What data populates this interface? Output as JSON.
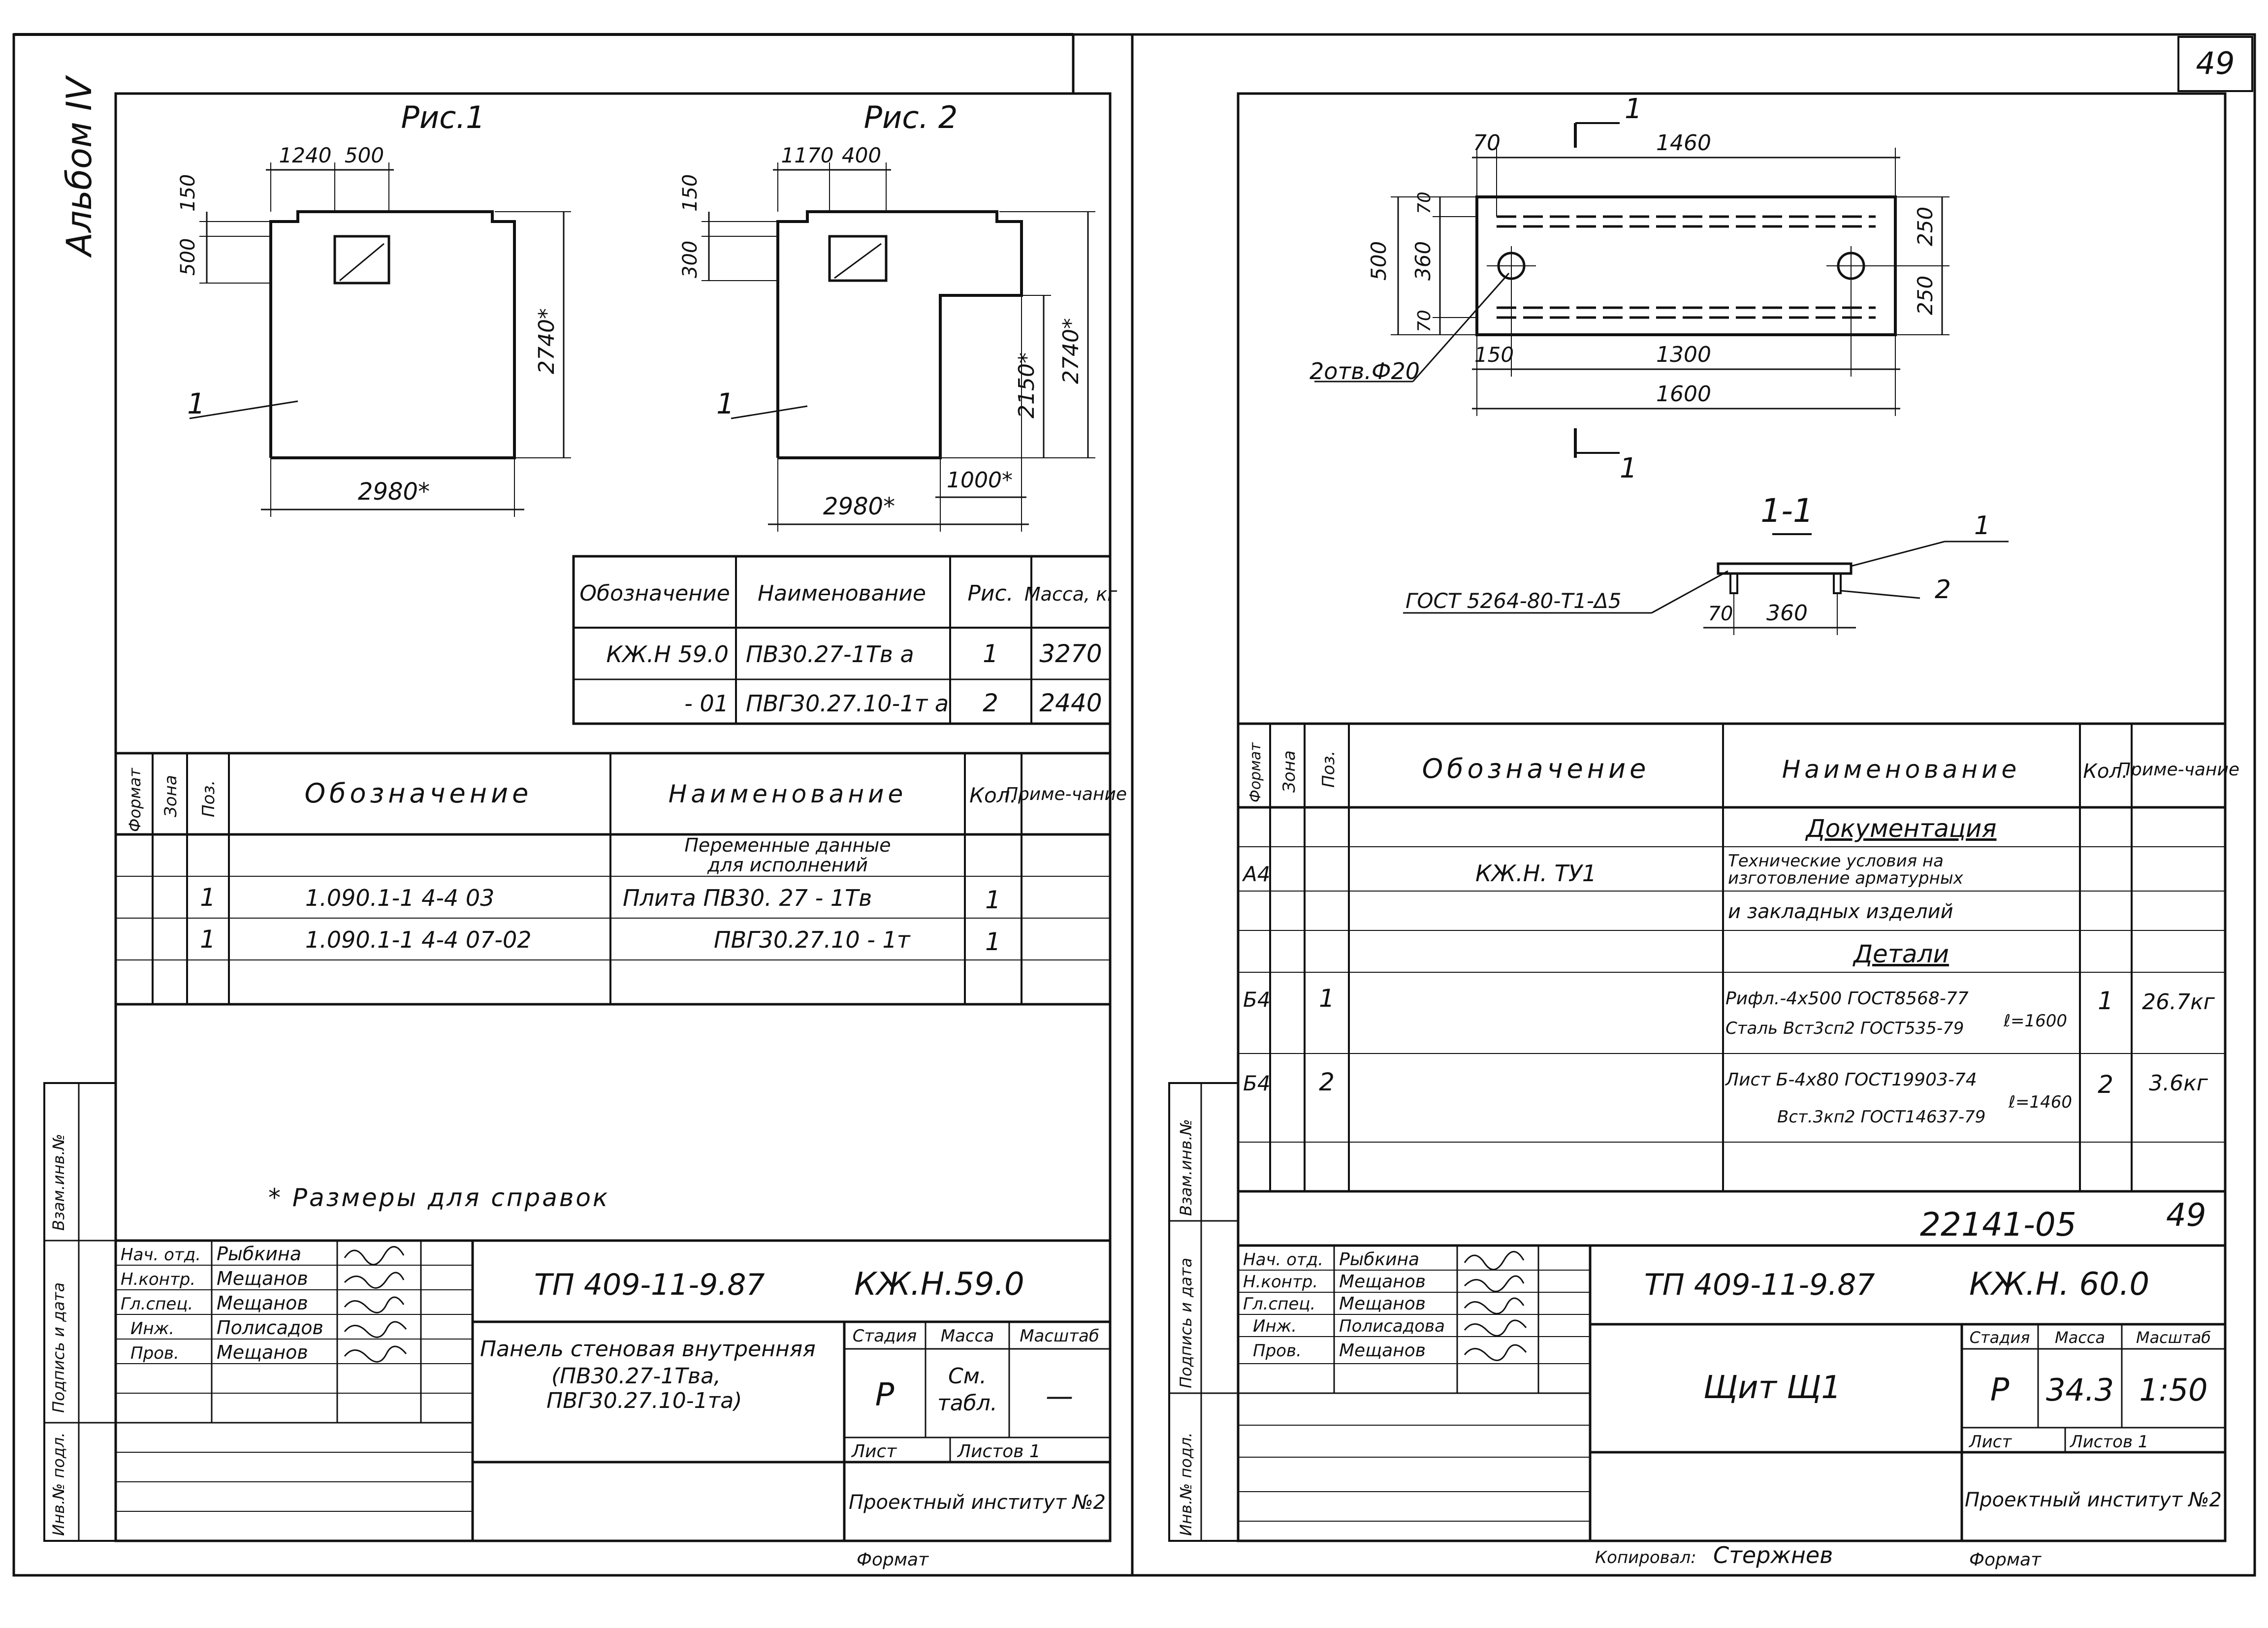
{
  "page_number": "49",
  "album": "Альбом IV",
  "left_sheet": {
    "fig1_title": "Рис.1",
    "fig2_title": "Рис. 2",
    "fig1": {
      "d_top_a": "1240",
      "d_top_b": "500",
      "d_left_a": "150",
      "d_left_b": "500",
      "d_height": "2740*",
      "d_width": "2980*",
      "pos": "1"
    },
    "fig2": {
      "d_top_a": "1170",
      "d_top_b": "400",
      "d_left_a": "150",
      "d_left_b": "300",
      "d_height_a": "2150*",
      "d_height_b": "2740*",
      "d_width": "2980*",
      "d_notch": "1000*",
      "pos": "1"
    },
    "variants": {
      "headers": [
        "Обозначение",
        "Наименование",
        "Рис.",
        "Масса, кг"
      ],
      "rows": [
        [
          "КЖ.Н 59.0",
          "ПВ30.27-1Тв а",
          "1",
          "3270"
        ],
        [
          "- 01",
          "ПВГ30.27.10-1т а",
          "2",
          "2440"
        ]
      ]
    },
    "spec": {
      "headers": [
        "Формат",
        "Зона",
        "Поз.",
        "Обозначение",
        "Наименование",
        "Кол.",
        "Приме-чание"
      ],
      "group_label_1": "Переменные данные",
      "group_label_2": "для исполнений",
      "rows": [
        {
          "pos": "1",
          "code": "1.090.1-1  4-4    03",
          "name": "Плита  ПВ30. 27 - 1Тв",
          "qty": "1"
        },
        {
          "pos": "1",
          "code": "1.090.1-1  4-4    07-02",
          "name": "ПВГ30.27.10 - 1т",
          "qty": "1"
        }
      ]
    },
    "note": "* Размеры для справок",
    "stamp": {
      "roles": [
        "Нач. отд.",
        "Н.контр.",
        "Гл.спец.",
        "Инж.",
        "Пров."
      ],
      "names": [
        "Рыбкина",
        "Мещанов",
        "Мещанов",
        "Полисадов",
        "Мещанов"
      ],
      "doc_code": "ТП 409-11-9.87",
      "mark": "КЖ.Н.59.0",
      "title_1": "Панель стеновая внутренняя",
      "title_2": "(ПВ30.27-1Тва,",
      "title_3": "ПВГ30.27.10-1та)",
      "stage_label": "Стадия",
      "mass_label": "Масса",
      "scale_label": "Масштаб",
      "stage": "Р",
      "mass_1": "См.",
      "mass_2": "табл.",
      "scale": "—",
      "sheet_label": "Лист",
      "sheets_label": "Листов 1",
      "org": "Проектный институт №2"
    },
    "format_label": "Формат"
  },
  "right_sheet": {
    "plan": {
      "d_70": "70",
      "d_1460": "1460",
      "d_500": "500",
      "d_70a": "70",
      "d_360": "360",
      "d_70b": "70",
      "d_250a": "250",
      "d_250b": "250",
      "d_150": "150",
      "d_1300": "1300",
      "d_1600": "1600",
      "holes": "2отв.Ф20",
      "cut_mark": "1"
    },
    "section": {
      "title": "1-1",
      "weld": "ГОСТ 5264-80-Т1-Δ5",
      "d_70": "70",
      "d_360": "360",
      "pos1": "1",
      "pos2": "2"
    },
    "spec": {
      "headers": [
        "Формат",
        "Зона",
        "Поз.",
        "Обозначение",
        "Наименование",
        "Кол.",
        "Приме-чание"
      ],
      "doc_header": "Документация",
      "doc_row": {
        "format": "А4",
        "code": "КЖ.Н. ТУ1",
        "name_1": "Технические условия на",
        "name_2": "изготовление арматурных",
        "name_3": "и закладных изделий"
      },
      "parts_header": "Детали",
      "rows": [
        {
          "format": "Б4",
          "pos": "1",
          "name_1": "Рифл.-4х500 ГОСТ8568-77",
          "name_2": "Сталь  Вст3сп2 ГОСТ535-79",
          "length": "ℓ=1600",
          "qty": "1",
          "note": "26.7кг"
        },
        {
          "format": "Б4",
          "pos": "2",
          "name_1": "Лист  Б-4х80  ГОСТ19903-74",
          "name_2": "Вст.3кп2 ГОСТ14637-79",
          "length": "ℓ=1460",
          "qty": "2",
          "note": "3.6кг"
        }
      ]
    },
    "archive_no": "22141-05",
    "archive_page": "49",
    "stamp": {
      "roles": [
        "Нач. отд.",
        "Н.контр.",
        "Гл.спец.",
        "Инж.",
        "Пров."
      ],
      "names": [
        "Рыбкина",
        "Мещанов",
        "Мещанов",
        "Полисадова",
        "Мещанов"
      ],
      "doc_code": "ТП 409-11-9.87",
      "mark": "КЖ.Н. 60.0",
      "title": "Щит  Щ1",
      "stage_label": "Стадия",
      "mass_label": "Масса",
      "scale_label": "Масштаб",
      "stage": "Р",
      "mass": "34.3",
      "scale": "1:50",
      "sheet_label": "Лист",
      "sheets_label": "Листов 1",
      "org": "Проектный институт №2"
    },
    "copied_label": "Копировал:",
    "copied_sign": "Стержнев",
    "format_label": "Формат"
  },
  "side_stamp": {
    "inv_repl": "Взам.инв.№",
    "sign_date": "Подпись и дата",
    "inv_orig": "Инв.№ подл."
  }
}
